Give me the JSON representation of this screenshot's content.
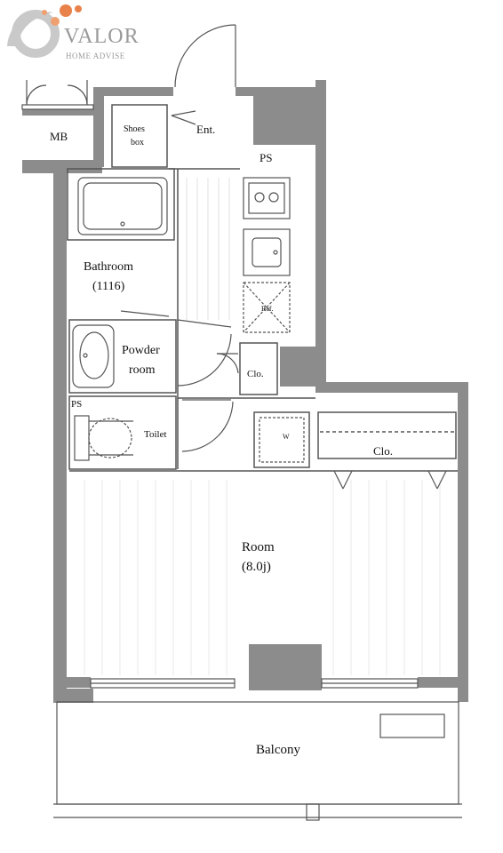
{
  "brand": {
    "name": "VALOR",
    "tagline": "HOME ADVISE",
    "colors": {
      "logo_orange": "#e8824a",
      "logo_gray": "#c9c9c9",
      "text_gray": "#9a9a9a"
    }
  },
  "plan": {
    "colors": {
      "wall": "#8c8c8c",
      "line": "#555555",
      "floor_line": "#e0e0e0"
    },
    "labels": {
      "mb": "MB",
      "shoes_box_line1": "Shoes",
      "shoes_box_line2": "box",
      "entrance": "Ent.",
      "ps_top": "PS",
      "ps_left": "PS",
      "bathroom": "Bathroom",
      "bathroom_size": "(1116)",
      "powder_room_line1": "Powder",
      "powder_room_line2": "room",
      "toilet": "Toilet",
      "refrigerator": "Ref.",
      "closet_small": "Clo.",
      "washer": "W",
      "closet_large": "Clo.",
      "room": "Room",
      "room_size": "(8.0j)",
      "balcony": "Balcony"
    }
  }
}
